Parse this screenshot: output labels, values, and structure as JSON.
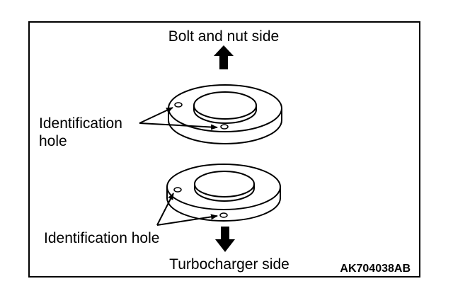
{
  "diagram": {
    "top_label": "Bolt and nut side",
    "bottom_label": "Turbocharger side",
    "callout_upper_line1": "Identification",
    "callout_upper_line2": "hole",
    "callout_lower": "Identification hole",
    "figure_code": "AK704038AB"
  }
}
